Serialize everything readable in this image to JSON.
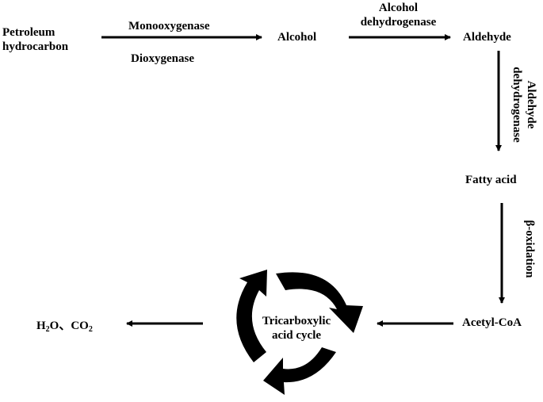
{
  "nodes": {
    "petroleum": {
      "line1": "Petroleum",
      "line2": "hydrocarbon"
    },
    "alcohol": "Alcohol",
    "aldehyde": "Aldehyde",
    "fatty_acid": "Fatty acid",
    "acetyl_coa": "Acetyl-CoA",
    "tca": {
      "line1": "Tricarboxylic",
      "line2": "acid cycle"
    },
    "products": {
      "h": "H",
      "h_sub": "2",
      "o_sep": "O、CO",
      "co_sub": "2"
    }
  },
  "enzymes": {
    "mono": "Monooxygenase",
    "di": "Dioxygenase",
    "alc_dh": {
      "line1": "Alcohol",
      "line2": "dehydrogenase"
    },
    "ald_dh": {
      "line1": "Aldehyde",
      "line2": "dehydrogenase"
    },
    "beta": "β-oxidation"
  },
  "colors": {
    "ink": "#000000",
    "background": "#ffffff"
  }
}
